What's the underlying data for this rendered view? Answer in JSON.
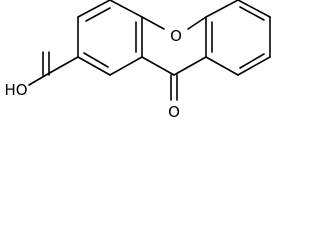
{
  "molecule": {
    "atom_labels": {
      "ring_oxygen": "O",
      "carbonyl_oxygen": "O",
      "carboxylic_acid": "HO"
    },
    "colors": {
      "bond": "#000000",
      "text": "#000000",
      "background": "#ffffff"
    }
  }
}
